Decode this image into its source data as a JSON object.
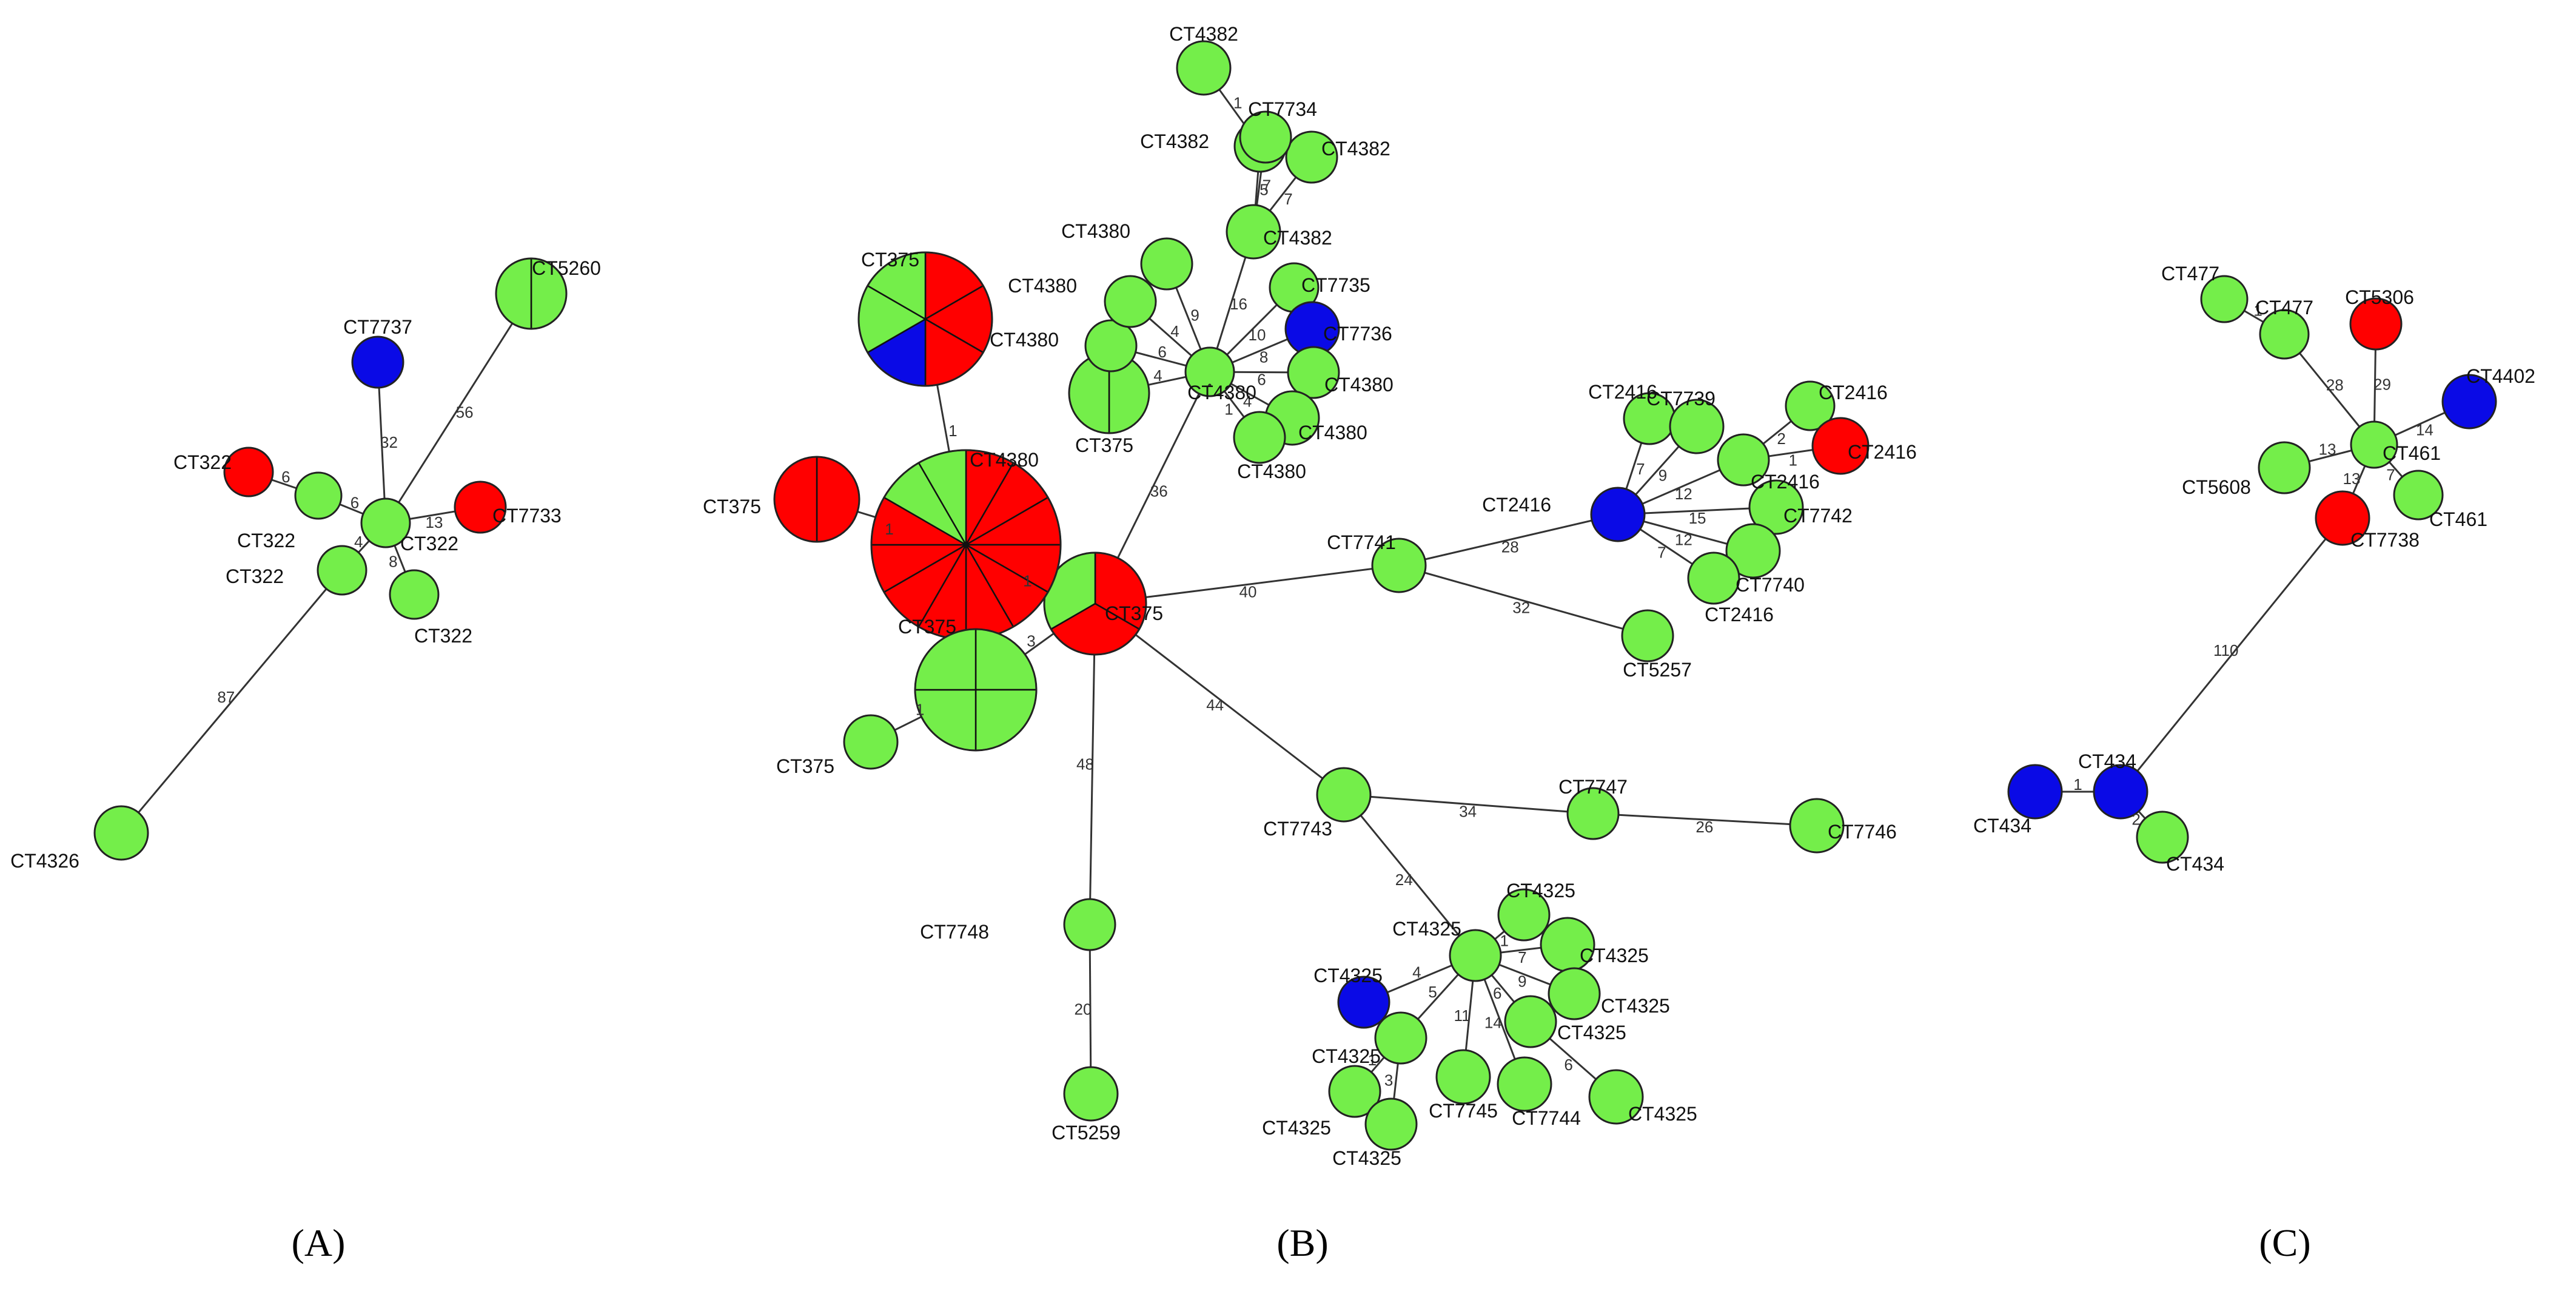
{
  "colors": {
    "green": "#74EE4A",
    "red": "#FF0000",
    "blue": "#0A0AE6"
  },
  "panels": [
    {
      "label": "(A)"
    },
    {
      "label": "(B)"
    },
    {
      "label": "(C)"
    }
  ],
  "nodes": {
    "A": [
      {
        "id": "a_hub",
        "label": "CT322",
        "colors": [
          "green"
        ]
      },
      {
        "id": "a_7737",
        "label": "CT7737",
        "colors": [
          "blue"
        ]
      },
      {
        "id": "a_5260",
        "label": "CT5260",
        "colors": [
          "green",
          "green"
        ]
      },
      {
        "id": "a_7733",
        "label": "CT7733",
        "colors": [
          "red"
        ]
      },
      {
        "id": "a_322a",
        "label": "CT322",
        "colors": [
          "red"
        ]
      },
      {
        "id": "a_322b",
        "label": "CT322",
        "colors": [
          "green"
        ]
      },
      {
        "id": "a_322c",
        "label": "CT322",
        "colors": [
          "green"
        ]
      },
      {
        "id": "a_322d",
        "label": "CT322",
        "colors": [
          "green"
        ]
      },
      {
        "id": "a_4326",
        "label": "CT4326",
        "colors": [
          "green"
        ]
      }
    ],
    "B": [
      {
        "id": "b_hub",
        "label": "CT375",
        "colors": [
          "red",
          "red",
          "green"
        ]
      },
      {
        "id": "b_375pie",
        "label": "CT375",
        "colors": [
          "red",
          "red",
          "red",
          "blue",
          "green",
          "green"
        ]
      },
      {
        "id": "b_4380big",
        "label": "CT4380",
        "colors": [
          "red",
          "red",
          "red",
          "red",
          "red",
          "red",
          "red",
          "red",
          "red",
          "red",
          "green",
          "green"
        ]
      },
      {
        "id": "b_375red",
        "label": "CT375",
        "colors": [
          "red",
          "red"
        ]
      },
      {
        "id": "b_375g4",
        "label": "CT375",
        "colors": [
          "green",
          "green",
          "green",
          "green"
        ]
      },
      {
        "id": "b_375sm",
        "label": "CT375",
        "colors": [
          "green"
        ]
      },
      {
        "id": "b_4380hub",
        "label": "CT4380",
        "colors": [
          "green"
        ]
      },
      {
        "id": "b_375g2",
        "label": "CT375",
        "colors": [
          "green",
          "green"
        ]
      },
      {
        "id": "b_4380a",
        "label": "CT4380",
        "colors": [
          "green"
        ]
      },
      {
        "id": "b_4380b",
        "label": "CT4380",
        "colors": [
          "green"
        ]
      },
      {
        "id": "b_4380c",
        "label": "CT4380",
        "colors": [
          "green"
        ]
      },
      {
        "id": "b_4380d",
        "label": "",
        "colors": [
          "green"
        ]
      },
      {
        "id": "b_4382a",
        "label": "CT4382",
        "colors": [
          "green"
        ]
      },
      {
        "id": "b_4382b",
        "label": "CT4382",
        "colors": [
          "green"
        ]
      },
      {
        "id": "b_4382c",
        "label": "CT4382",
        "colors": [
          "green"
        ]
      },
      {
        "id": "b_4382d",
        "label": "CT4382",
        "colors": [
          "green"
        ]
      },
      {
        "id": "b_7734",
        "label": "CT7734",
        "colors": [
          "green"
        ]
      },
      {
        "id": "b_7735",
        "label": "CT7735",
        "colors": [
          "green"
        ]
      },
      {
        "id": "b_7736",
        "label": "CT7736",
        "colors": [
          "blue"
        ]
      },
      {
        "id": "b_4380e",
        "label": "CT4380",
        "colors": [
          "green"
        ]
      },
      {
        "id": "b_4380f",
        "label": "CT4380",
        "colors": [
          "green"
        ]
      },
      {
        "id": "b_4380g",
        "label": "CT4380",
        "colors": [
          "green"
        ]
      },
      {
        "id": "b_7741",
        "label": "CT7741",
        "colors": [
          "green"
        ]
      },
      {
        "id": "b_2416hub",
        "label": "CT2416",
        "colors": [
          "blue"
        ]
      },
      {
        "id": "b_2416a",
        "label": "CT2416",
        "colors": [
          "green"
        ]
      },
      {
        "id": "b_7739",
        "label": "CT7739",
        "colors": [
          "green"
        ]
      },
      {
        "id": "b_2416b",
        "label": "CT2416",
        "colors": [
          "green"
        ]
      },
      {
        "id": "b_2416c",
        "label": "CT2416",
        "colors": [
          "red"
        ]
      },
      {
        "id": "b_2416d",
        "label": "CT2416",
        "colors": [
          "green"
        ]
      },
      {
        "id": "b_7742",
        "label": "CT7742",
        "colors": [
          "green"
        ]
      },
      {
        "id": "b_7740",
        "label": "CT7740",
        "colors": [
          "green"
        ]
      },
      {
        "id": "b_2416e",
        "label": "CT2416",
        "colors": [
          "green"
        ]
      },
      {
        "id": "b_5257",
        "label": "CT5257",
        "colors": [
          "green"
        ]
      },
      {
        "id": "b_7743",
        "label": "CT7743",
        "colors": [
          "green"
        ]
      },
      {
        "id": "b_7747",
        "label": "CT7747",
        "colors": [
          "green"
        ]
      },
      {
        "id": "b_7746",
        "label": "CT7746",
        "colors": [
          "green"
        ]
      },
      {
        "id": "b_7748",
        "label": "CT7748",
        "colors": [
          "green"
        ]
      },
      {
        "id": "b_5259",
        "label": "CT5259",
        "colors": [
          "green"
        ]
      },
      {
        "id": "b_4325hub",
        "label": "CT4325",
        "colors": [
          "green"
        ]
      },
      {
        "id": "b_4325blue",
        "label": "CT4325",
        "colors": [
          "blue"
        ]
      },
      {
        "id": "b_4325s",
        "label": "CT4325",
        "colors": [
          "green"
        ]
      },
      {
        "id": "b_4325t",
        "label": "CT4325",
        "colors": [
          "green"
        ]
      },
      {
        "id": "b_4325u",
        "label": "CT4325",
        "colors": [
          "green"
        ]
      },
      {
        "id": "b_4325v",
        "label": "CT4325",
        "colors": [
          "green"
        ]
      },
      {
        "id": "b_4325w",
        "label": "CT4325",
        "colors": [
          "green"
        ]
      },
      {
        "id": "b_4325x",
        "label": "CT4325",
        "colors": [
          "green"
        ]
      },
      {
        "id": "b_4325y",
        "label": "CT4325",
        "colors": [
          "green"
        ]
      },
      {
        "id": "b_4325z",
        "label": "CT4325",
        "colors": [
          "green"
        ]
      },
      {
        "id": "b_7745",
        "label": "CT7745",
        "colors": [
          "green"
        ]
      },
      {
        "id": "b_7744",
        "label": "CT7744",
        "colors": [
          "green"
        ]
      }
    ],
    "C": [
      {
        "id": "c_461",
        "label": "CT461",
        "colors": [
          "green"
        ]
      },
      {
        "id": "c_5306",
        "label": "CT5306",
        "colors": [
          "red"
        ]
      },
      {
        "id": "c_4402",
        "label": "CT4402",
        "colors": [
          "blue"
        ]
      },
      {
        "id": "c_477a",
        "label": "CT477",
        "colors": [
          "green"
        ]
      },
      {
        "id": "c_477b",
        "label": "CT477",
        "colors": [
          "green"
        ]
      },
      {
        "id": "c_5608",
        "label": "CT5608",
        "colors": [
          "green"
        ]
      },
      {
        "id": "c_461b",
        "label": "CT461",
        "colors": [
          "green"
        ]
      },
      {
        "id": "c_7738",
        "label": "CT7738",
        "colors": [
          "red"
        ]
      },
      {
        "id": "c_434a",
        "label": "CT434",
        "colors": [
          "blue"
        ]
      },
      {
        "id": "c_434b",
        "label": "CT434",
        "colors": [
          "blue"
        ]
      },
      {
        "id": "c_434c",
        "label": "CT434",
        "colors": [
          "green"
        ]
      }
    ]
  },
  "edges": [
    {
      "from": "a_hub",
      "to": "a_7737",
      "weight": "32"
    },
    {
      "from": "a_hub",
      "to": "a_5260",
      "weight": "56"
    },
    {
      "from": "a_hub",
      "to": "a_7733",
      "weight": "13"
    },
    {
      "from": "a_322b",
      "to": "a_322a",
      "weight": "6"
    },
    {
      "from": "a_hub",
      "to": "a_322b",
      "weight": "6"
    },
    {
      "from": "a_hub",
      "to": "a_322c",
      "weight": "4"
    },
    {
      "from": "a_hub",
      "to": "a_322d",
      "weight": "8"
    },
    {
      "from": "a_322c",
      "to": "a_4326",
      "weight": "87"
    },
    {
      "from": "b_4380big",
      "to": "b_375pie",
      "weight": "1"
    },
    {
      "from": "b_375red",
      "to": "b_4380big",
      "weight": "1"
    },
    {
      "from": "b_4380big",
      "to": "b_hub",
      "weight": "1"
    },
    {
      "from": "b_hub",
      "to": "b_375g4",
      "weight": "3"
    },
    {
      "from": "b_375g4",
      "to": "b_375sm",
      "weight": "1"
    },
    {
      "from": "b_hub",
      "to": "b_4380hub",
      "weight": "36"
    },
    {
      "from": "b_4380hub",
      "to": "b_375g2",
      "weight": "4"
    },
    {
      "from": "b_4380hub",
      "to": "b_4380a",
      "weight": "6"
    },
    {
      "from": "b_4380hub",
      "to": "b_4380b",
      "weight": "4"
    },
    {
      "from": "b_4380hub",
      "to": "b_4380c",
      "weight": "9"
    },
    {
      "from": "b_4380hub",
      "to": "b_4382d",
      "weight": "16"
    },
    {
      "from": "b_4382d",
      "to": "b_4382b",
      "weight": "5"
    },
    {
      "from": "b_4382d",
      "to": "b_7734",
      "weight": "7"
    },
    {
      "from": "b_4382d",
      "to": "b_4382c",
      "weight": "7"
    },
    {
      "from": "b_4382b",
      "to": "b_4382a",
      "weight": "1"
    },
    {
      "from": "b_4380hub",
      "to": "b_7735",
      "weight": "10"
    },
    {
      "from": "b_4380hub",
      "to": "b_7736",
      "weight": "8"
    },
    {
      "from": "b_4380hub",
      "to": "b_4380e",
      "weight": "6"
    },
    {
      "from": "b_4380hub",
      "to": "b_4380f",
      "weight": "4"
    },
    {
      "from": "b_4380hub",
      "to": "b_4380g",
      "weight": "1"
    },
    {
      "from": "b_hub",
      "to": "b_7741",
      "weight": "40"
    },
    {
      "from": "b_7741",
      "to": "b_2416hub",
      "weight": "28"
    },
    {
      "from": "b_7741",
      "to": "b_5257",
      "weight": "32"
    },
    {
      "from": "b_2416hub",
      "to": "b_2416a",
      "weight": "7"
    },
    {
      "from": "b_2416hub",
      "to": "b_7739",
      "weight": "9"
    },
    {
      "from": "b_2416hub",
      "to": "b_2416d",
      "weight": "12"
    },
    {
      "from": "b_2416d",
      "to": "b_2416b",
      "weight": "2"
    },
    {
      "from": "b_2416d",
      "to": "b_2416c",
      "weight": "1"
    },
    {
      "from": "b_2416hub",
      "to": "b_7742",
      "weight": "15"
    },
    {
      "from": "b_2416hub",
      "to": "b_7740",
      "weight": "12"
    },
    {
      "from": "b_2416hub",
      "to": "b_2416e",
      "weight": "7"
    },
    {
      "from": "b_hub",
      "to": "b_7743",
      "weight": "44"
    },
    {
      "from": "b_7743",
      "to": "b_7747",
      "weight": "34"
    },
    {
      "from": "b_7747",
      "to": "b_7746",
      "weight": "26"
    },
    {
      "from": "b_7743",
      "to": "b_4325hub",
      "weight": "24"
    },
    {
      "from": "b_hub",
      "to": "b_7748",
      "weight": "48"
    },
    {
      "from": "b_7748",
      "to": "b_5259",
      "weight": "20"
    },
    {
      "from": "b_4325hub",
      "to": "b_4325blue",
      "weight": "4"
    },
    {
      "from": "b_4325hub",
      "to": "b_4325s",
      "weight": "5"
    },
    {
      "from": "b_4325s",
      "to": "b_4325y",
      "weight": "1"
    },
    {
      "from": "b_4325s",
      "to": "b_4325z",
      "weight": "3"
    },
    {
      "from": "b_4325hub",
      "to": "b_7745",
      "weight": "11"
    },
    {
      "from": "b_4325hub",
      "to": "b_7744",
      "weight": "14"
    },
    {
      "from": "b_4325hub",
      "to": "b_4325x",
      "weight": "6"
    },
    {
      "from": "b_4325x",
      "to": "b_4325w",
      "weight": "6"
    },
    {
      "from": "b_4325hub",
      "to": "b_4325v",
      "weight": "9"
    },
    {
      "from": "b_4325hub",
      "to": "b_4325u",
      "weight": "7"
    },
    {
      "from": "b_4325hub",
      "to": "b_4325t",
      "weight": "1"
    },
    {
      "from": "c_461",
      "to": "c_5306",
      "weight": "29"
    },
    {
      "from": "c_461",
      "to": "c_4402",
      "weight": "14"
    },
    {
      "from": "c_461",
      "to": "c_477b",
      "weight": "28"
    },
    {
      "from": "c_477b",
      "to": "c_477a",
      "weight": "1"
    },
    {
      "from": "c_461",
      "to": "c_5608",
      "weight": "13"
    },
    {
      "from": "c_461",
      "to": "c_461b",
      "weight": "7"
    },
    {
      "from": "c_461",
      "to": "c_7738",
      "weight": "13"
    },
    {
      "from": "c_7738",
      "to": "c_434b",
      "weight": "110"
    },
    {
      "from": "c_434b",
      "to": "c_434a",
      "weight": "1"
    },
    {
      "from": "c_434b",
      "to": "c_434c",
      "weight": "2"
    }
  ]
}
